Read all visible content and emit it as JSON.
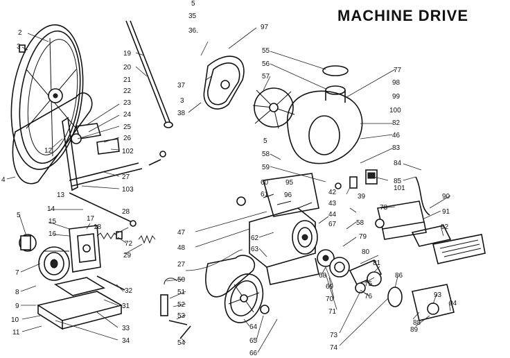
{
  "title": "MACHINE DRIVE",
  "parts": [
    {
      "id": "p2",
      "label": "2"
    },
    {
      "id": "p3a",
      "label": "3"
    },
    {
      "id": "p4",
      "label": "4"
    },
    {
      "id": "p5a",
      "label": "5"
    },
    {
      "id": "p7",
      "label": "7"
    },
    {
      "id": "p8",
      "label": "8"
    },
    {
      "id": "p9",
      "label": "9"
    },
    {
      "id": "p10",
      "label": "10"
    },
    {
      "id": "p11",
      "label": "11"
    },
    {
      "id": "p12",
      "label": "12"
    },
    {
      "id": "p13",
      "label": "13"
    },
    {
      "id": "p14",
      "label": "14"
    },
    {
      "id": "p15",
      "label": "15"
    },
    {
      "id": "p16",
      "label": "16"
    },
    {
      "id": "p17",
      "label": "17"
    },
    {
      "id": "p18",
      "label": "18"
    },
    {
      "id": "p19",
      "label": "19"
    },
    {
      "id": "p20",
      "label": "20"
    },
    {
      "id": "p21",
      "label": "21"
    },
    {
      "id": "p22",
      "label": "22"
    },
    {
      "id": "p23",
      "label": "23"
    },
    {
      "id": "p24",
      "label": "24"
    },
    {
      "id": "p25",
      "label": "25"
    },
    {
      "id": "p26",
      "label": "26"
    },
    {
      "id": "p27a",
      "label": "27"
    },
    {
      "id": "p27b",
      "label": "27"
    },
    {
      "id": "p28",
      "label": "28"
    },
    {
      "id": "p29",
      "label": "29"
    },
    {
      "id": "p31",
      "label": "31"
    },
    {
      "id": "p32",
      "label": "32"
    },
    {
      "id": "p33",
      "label": "33"
    },
    {
      "id": "p34",
      "label": "34"
    },
    {
      "id": "p35",
      "label": "35"
    },
    {
      "id": "p36",
      "label": "36."
    },
    {
      "id": "p37",
      "label": "37"
    },
    {
      "id": "p38",
      "label": "38"
    },
    {
      "id": "p3b",
      "label": "3"
    },
    {
      "id": "p5b",
      "label": "5"
    },
    {
      "id": "p5c",
      "label": "5"
    },
    {
      "id": "p97",
      "label": "97"
    },
    {
      "id": "p102",
      "label": "102"
    },
    {
      "id": "p103",
      "label": "103"
    },
    {
      "id": "p47",
      "label": "47"
    },
    {
      "id": "p48",
      "label": "48"
    },
    {
      "id": "p72",
      "label": "72"
    },
    {
      "id": "p50",
      "label": "50"
    },
    {
      "id": "p51",
      "label": "51"
    },
    {
      "id": "p52",
      "label": "52"
    },
    {
      "id": "p53",
      "label": "53"
    },
    {
      "id": "p54",
      "label": "54"
    },
    {
      "id": "p55",
      "label": "55"
    },
    {
      "id": "p56",
      "label": "56"
    },
    {
      "id": "p57",
      "label": "57"
    },
    {
      "id": "p58a",
      "label": "58"
    },
    {
      "id": "p59",
      "label": "59"
    },
    {
      "id": "p60",
      "label": "60"
    },
    {
      "id": "p61",
      "label": "61"
    },
    {
      "id": "p62",
      "label": "62"
    },
    {
      "id": "p63",
      "label": "63"
    },
    {
      "id": "p64",
      "label": "64"
    },
    {
      "id": "p65",
      "label": "65"
    },
    {
      "id": "p66",
      "label": "66"
    },
    {
      "id": "p67",
      "label": "67"
    },
    {
      "id": "p68",
      "label": "68"
    },
    {
      "id": "p69",
      "label": "69"
    },
    {
      "id": "p70",
      "label": "70"
    },
    {
      "id": "p71",
      "label": "71"
    },
    {
      "id": "p73",
      "label": "73"
    },
    {
      "id": "p74",
      "label": "74"
    },
    {
      "id": "p75",
      "label": "75"
    },
    {
      "id": "p76",
      "label": "76"
    },
    {
      "id": "p77",
      "label": "77"
    },
    {
      "id": "p78",
      "label": "78"
    },
    {
      "id": "p79",
      "label": "79"
    },
    {
      "id": "p80",
      "label": "80"
    },
    {
      "id": "p81",
      "label": "81"
    },
    {
      "id": "p82",
      "label": "82"
    },
    {
      "id": "p83",
      "label": "83"
    },
    {
      "id": "p84",
      "label": "84"
    },
    {
      "id": "p85",
      "label": "85"
    },
    {
      "id": "p86",
      "label": "86"
    },
    {
      "id": "p88",
      "label": "88"
    },
    {
      "id": "p89",
      "label": "89"
    },
    {
      "id": "p90",
      "label": "90"
    },
    {
      "id": "p91",
      "label": "91"
    },
    {
      "id": "p92",
      "label": "92"
    },
    {
      "id": "p93",
      "label": "93"
    },
    {
      "id": "p94",
      "label": "94"
    },
    {
      "id": "p95",
      "label": "95"
    },
    {
      "id": "p96",
      "label": "96"
    },
    {
      "id": "p98",
      "label": "98"
    },
    {
      "id": "p99",
      "label": "99"
    },
    {
      "id": "p100",
      "label": "100"
    },
    {
      "id": "p101",
      "label": "101"
    },
    {
      "id": "p39",
      "label": "39"
    },
    {
      "id": "p42",
      "label": "42"
    },
    {
      "id": "p43",
      "label": "43"
    },
    {
      "id": "p44",
      "label": "44"
    },
    {
      "id": "p46",
      "label": "46"
    },
    {
      "id": "p58b",
      "label": "58"
    }
  ]
}
